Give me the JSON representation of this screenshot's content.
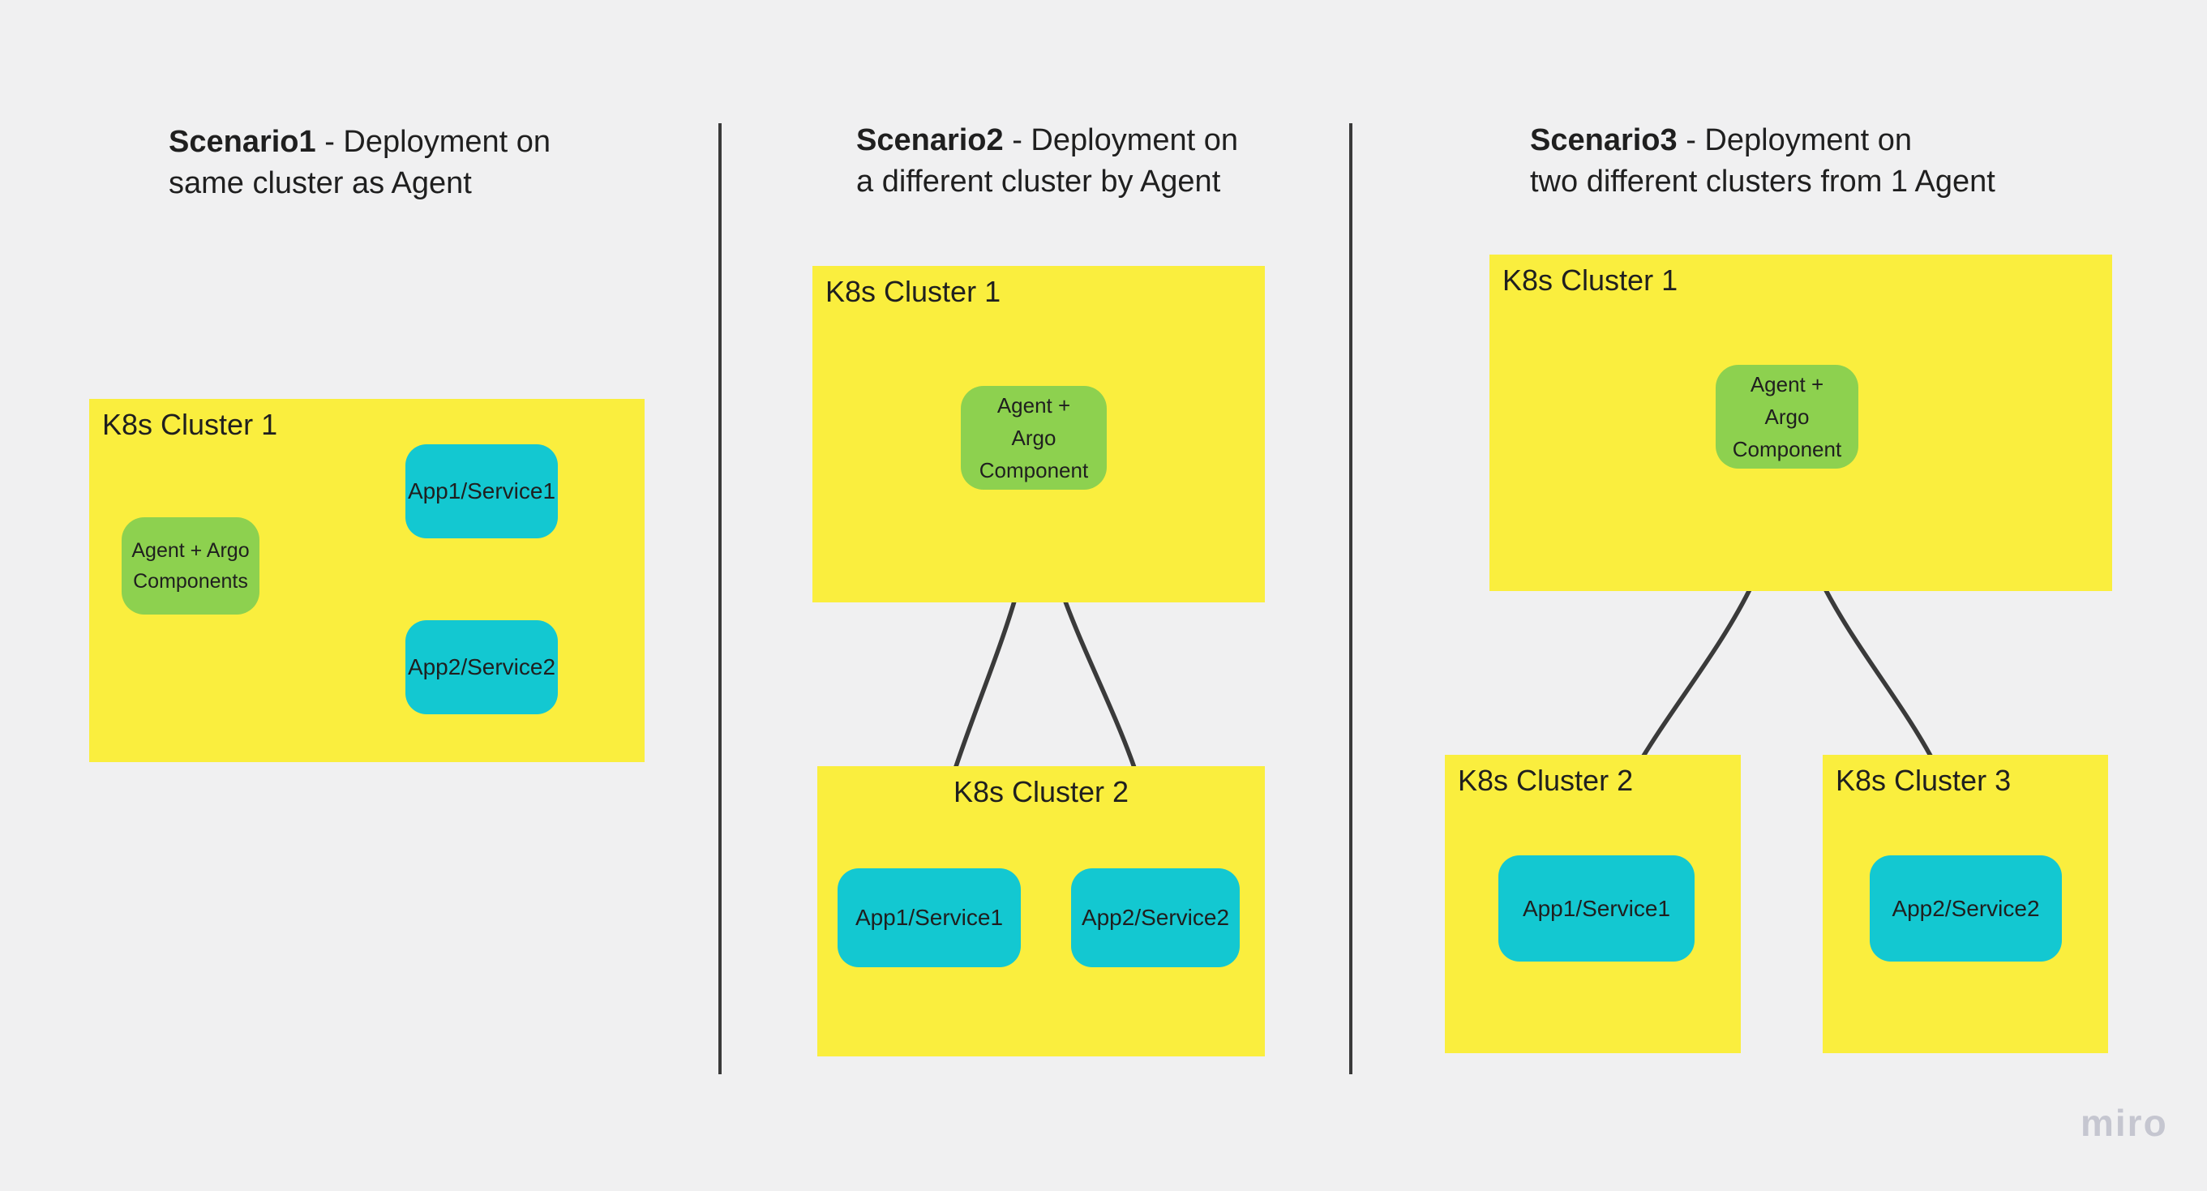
{
  "palette": {
    "bg": "#f0f0f1",
    "yellow": "#faee3e",
    "green": "#8dd14f",
    "cyan": "#13c8d1",
    "ink": "#1f1f1f",
    "line": "#3a3a3a",
    "watermark": "#c5c6d0"
  },
  "watermark": "miro",
  "scenarios": [
    {
      "title": {
        "name": "Scenario1",
        "rest": " - Deployment on",
        "line2": "same cluster as Agent"
      },
      "cluster1": {
        "label": "K8s Cluster 1"
      },
      "agent": {
        "label": "Agent + Argo\nComponents"
      },
      "app1": {
        "label": "App1/Service1"
      },
      "app2": {
        "label": "App2/Service2"
      },
      "connections": [
        {
          "from": "Agent + Argo Components",
          "to": "App1/Service1"
        },
        {
          "from": "Agent + Argo Components",
          "to": "App2/Service2"
        }
      ]
    },
    {
      "title": {
        "name": "Scenario2",
        "rest": " - Deployment on",
        "line2": "a different cluster by Agent"
      },
      "cluster1": {
        "label": "K8s Cluster 1"
      },
      "agent": {
        "label": "Agent +\nArgo\nComponent"
      },
      "cluster2": {
        "label": "K8s Cluster 2"
      },
      "app1": {
        "label": "App1/Service1"
      },
      "app2": {
        "label": "App2/Service2"
      },
      "connections": [
        {
          "from": "Agent + Argo Component (K8s Cluster 1)",
          "to": "App1/Service1 (K8s Cluster 2)"
        },
        {
          "from": "Agent + Argo Component (K8s Cluster 1)",
          "to": "App2/Service2 (K8s Cluster 2)"
        }
      ]
    },
    {
      "title": {
        "name": "Scenario3",
        "rest": " - Deployment on",
        "line2": "two different clusters from 1 Agent"
      },
      "cluster1": {
        "label": "K8s Cluster 1"
      },
      "agent": {
        "label": "Agent +\nArgo\nComponent"
      },
      "cluster2": {
        "label": "K8s Cluster 2"
      },
      "app1": {
        "label": "App1/Service1"
      },
      "cluster3": {
        "label": "K8s Cluster 3"
      },
      "app2": {
        "label": "App2/Service2"
      },
      "connections": [
        {
          "from": "Agent + Argo Component (K8s Cluster 1)",
          "to": "App1/Service1 (K8s Cluster 2)"
        },
        {
          "from": "Agent + Argo Component (K8s Cluster 1)",
          "to": "App2/Service2 (K8s Cluster 3)"
        }
      ]
    }
  ]
}
